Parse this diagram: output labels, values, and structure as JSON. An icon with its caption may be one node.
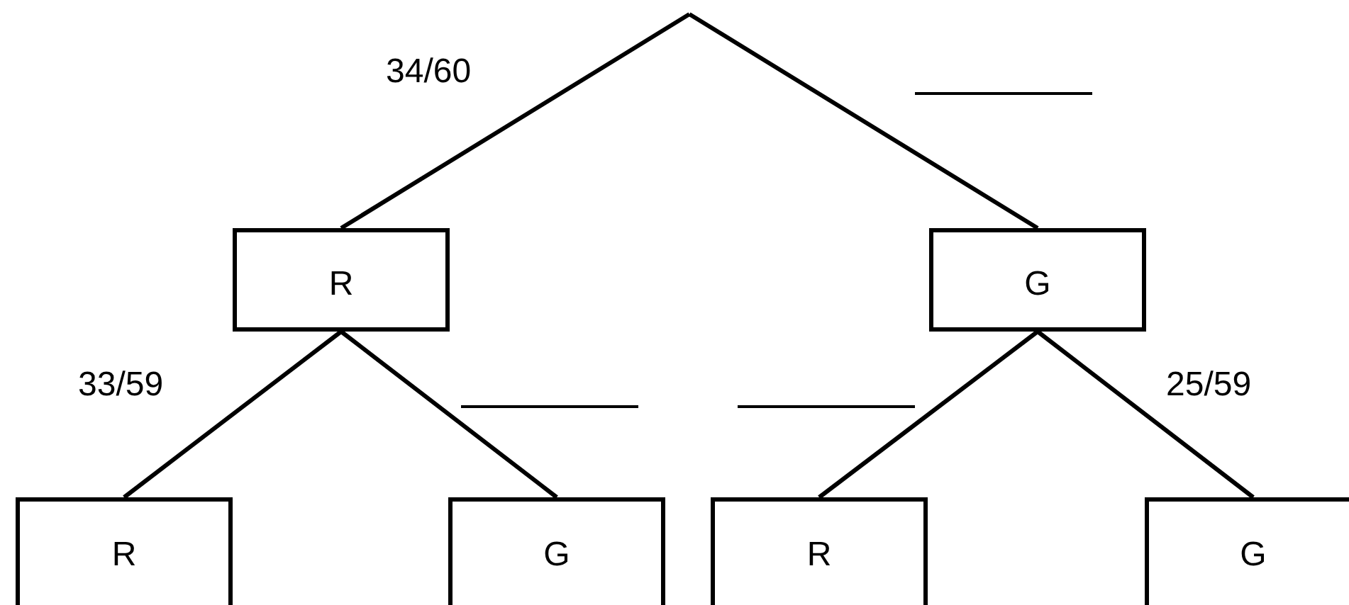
{
  "diagram": {
    "nodes": [
      {
        "text": [
          "R"
        ]
      },
      {
        "text": [
          "G"
        ]
      },
      {
        "text": [
          "R"
        ]
      },
      {
        "text": [
          "G"
        ]
      },
      {
        "text": [
          "R"
        ]
      },
      {
        "text": [
          "G"
        ]
      }
    ],
    "edges": [
      {
        "from": null,
        "to": 0,
        "arrow": "none",
        "label": "34/60"
      },
      {
        "from": null,
        "to": 1,
        "arrow": "none"
      },
      {
        "from": 0,
        "to": 2,
        "arrow": "none",
        "label": "33/59"
      },
      {
        "from": 0,
        "to": 3,
        "arrow": "none"
      },
      {
        "from": 1,
        "to": 4,
        "arrow": "none"
      },
      {
        "from": 1,
        "to": 5,
        "arrow": "none",
        "label": "25/59"
      }
    ]
  }
}
